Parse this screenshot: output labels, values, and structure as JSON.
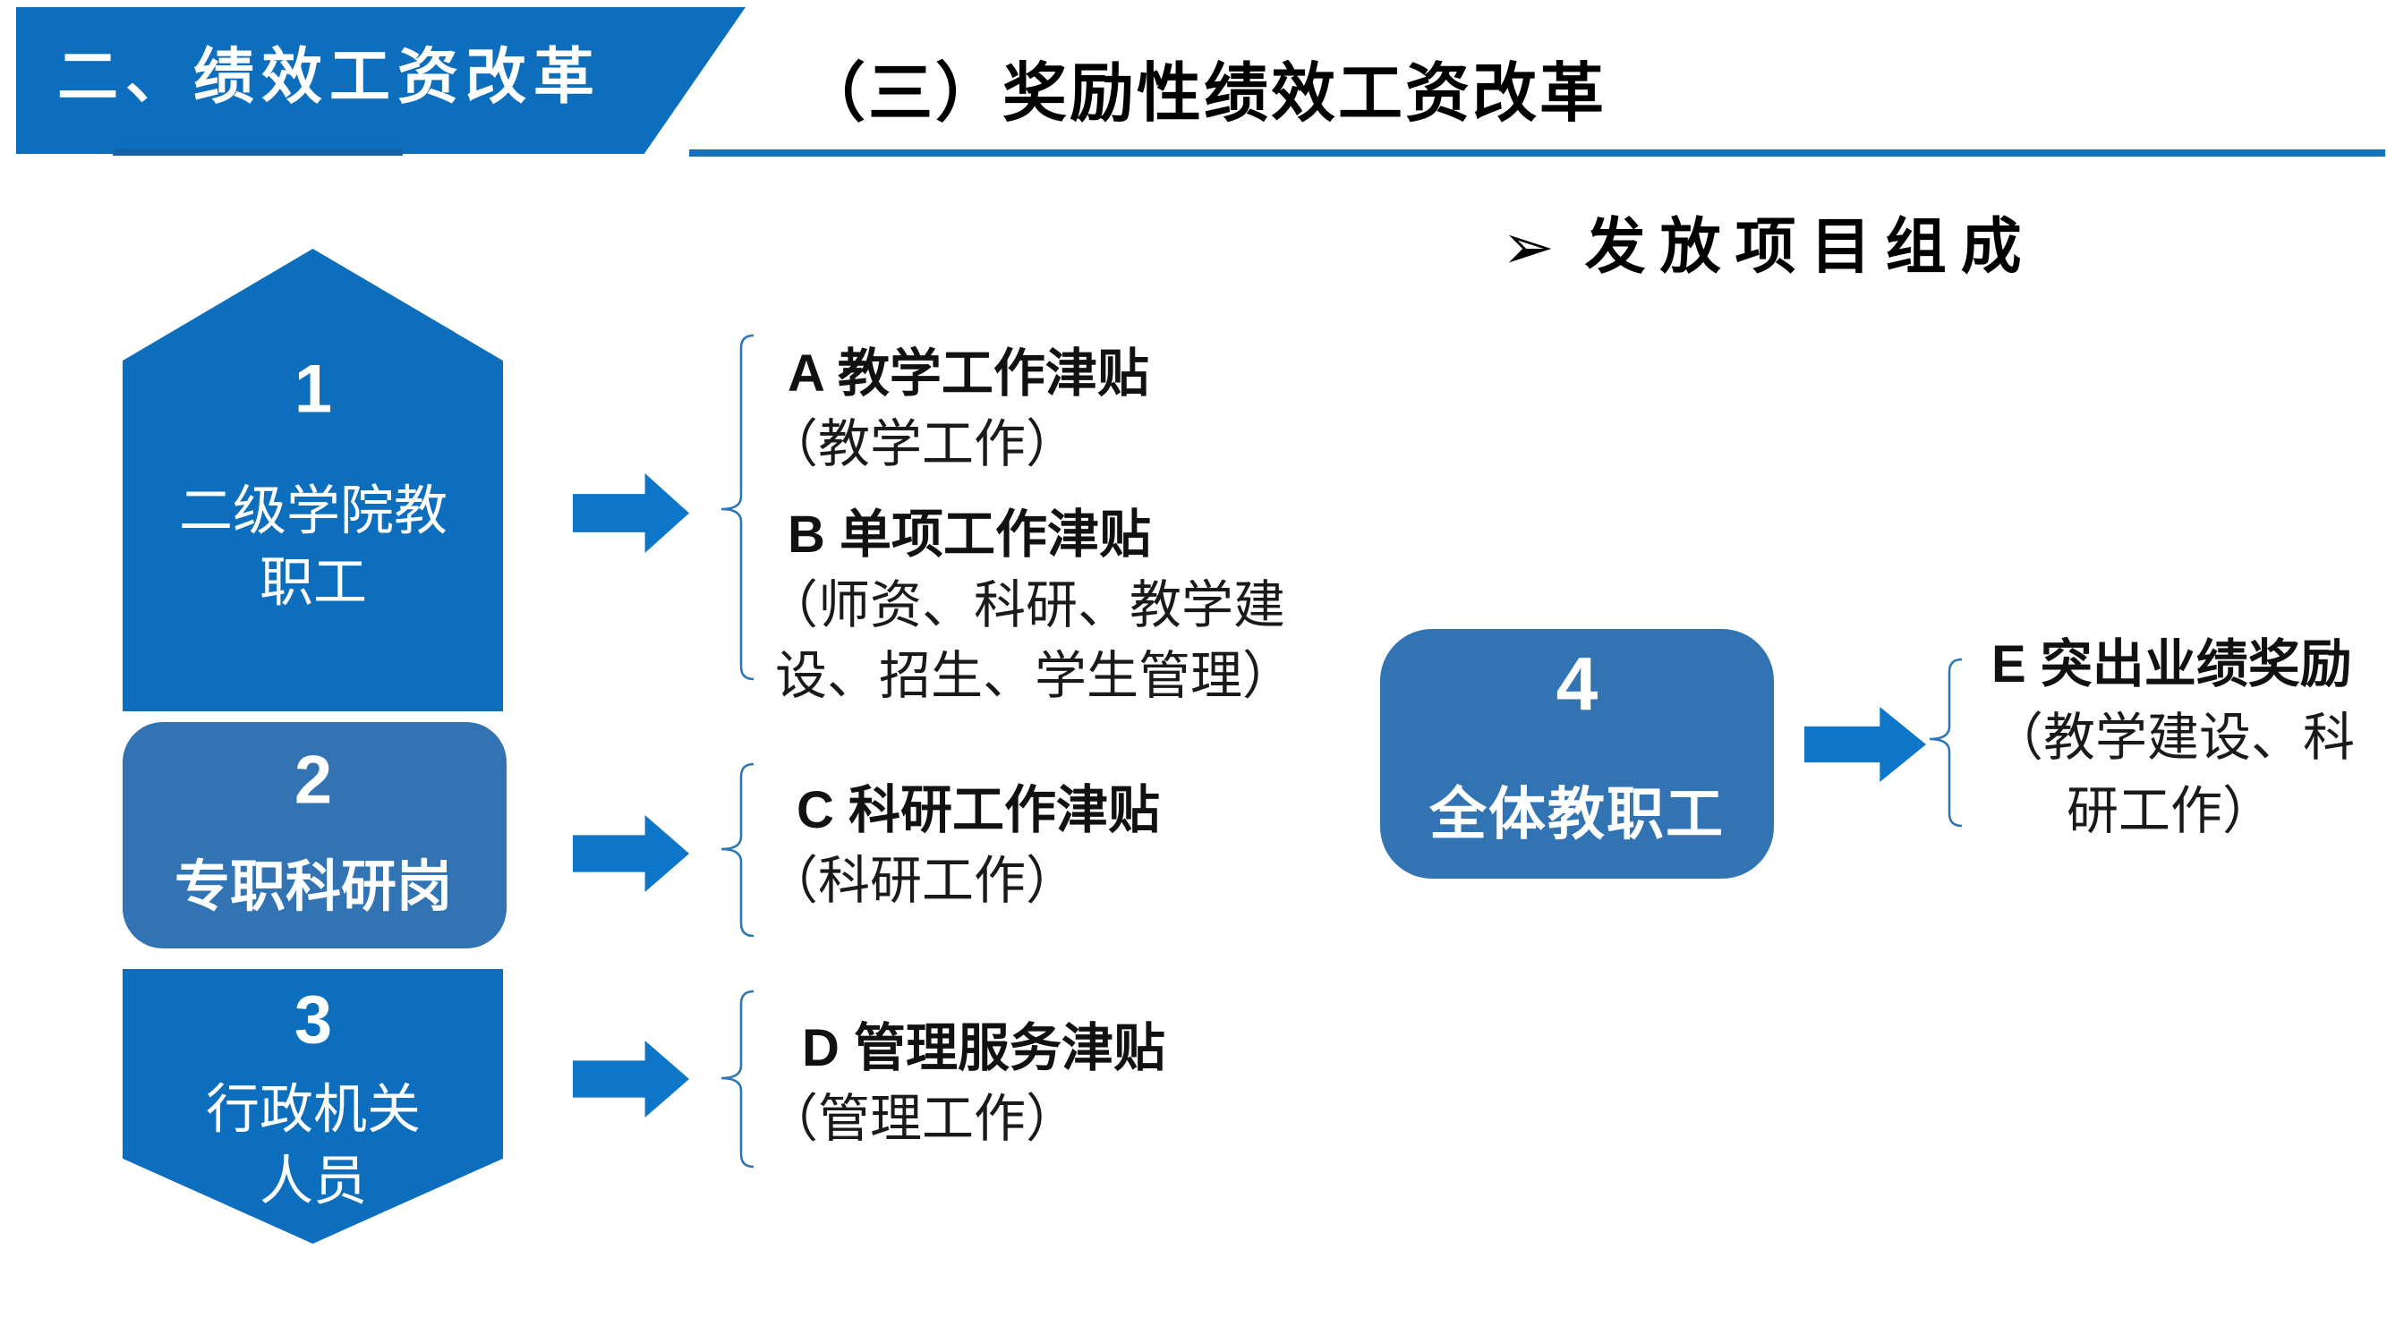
{
  "slide": {
    "banner": "二、绩效工资改革",
    "title": "（三）奖励性绩效工资改革",
    "heading": {
      "bullet": "➢",
      "text": "发放项目组成"
    }
  },
  "colors": {
    "primary_blue": "#0d6ebd",
    "secondary_blue": "#3273b4",
    "arrow_blue": "#0e76c8",
    "underline_blue": "#1272bc",
    "brace_blue": "#2e75b6",
    "title_text": "#000000",
    "shape_text": "#ffffff"
  },
  "flow": {
    "source1": {
      "number": "1",
      "line1": "二级学院教",
      "line2": "职工"
    },
    "source2": {
      "number": "2",
      "line1": "专职科研岗"
    },
    "source3": {
      "number": "3",
      "line1": "行政机关",
      "line2": "人员"
    },
    "source4": {
      "number": "4",
      "line1": "全体教职工"
    },
    "item_a": {
      "title": "A  教学工作津贴",
      "detail": "（教学工作）"
    },
    "item_b": {
      "title": "B  单项工作津贴",
      "detail_line1": "（师资、科研、教学建",
      "detail_line2": "设、招生、学生管理）"
    },
    "item_c": {
      "title": "C  科研工作津贴",
      "detail": "（科研工作）"
    },
    "item_d": {
      "title": "D 管理服务津贴",
      "detail": "（管理工作）"
    },
    "item_e": {
      "title": "E 突出业绩奖励",
      "detail_line1": "（教学建设、科",
      "detail_line2": "研工作）"
    }
  }
}
